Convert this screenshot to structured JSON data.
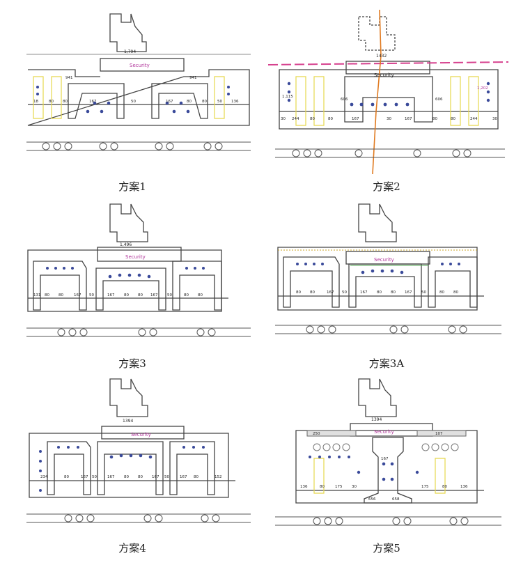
{
  "panels": [
    {
      "caption": "方案1",
      "dim": "1,794",
      "sec": "Security",
      "nums": [
        "18",
        "80",
        "80",
        "167",
        "50",
        "167",
        "80",
        "80",
        "50",
        "136",
        "941",
        "941"
      ]
    },
    {
      "caption": "方案2",
      "dim": "1432",
      "sec": "Security",
      "nums": [
        "30",
        "244",
        "80",
        "80",
        "167",
        "30",
        "167",
        "80",
        "80",
        "244",
        "30",
        "606",
        "606",
        "1,115",
        "1,202"
      ]
    },
    {
      "caption": "方案3",
      "dim": "1,496",
      "sec": "Security",
      "nums": [
        "131",
        "80",
        "80",
        "167",
        "50",
        "167",
        "80",
        "80",
        "167",
        "50",
        "80",
        "80"
      ]
    },
    {
      "caption": "方案3A",
      "dim": "",
      "sec": "Security",
      "nums": [
        "80",
        "80",
        "167",
        "50",
        "167",
        "80",
        "80",
        "167",
        "50",
        "80",
        "80"
      ]
    },
    {
      "caption": "方案4",
      "dim": "1394",
      "sec": "Security",
      "nums": [
        "234",
        "80",
        "167",
        "50",
        "167",
        "80",
        "80",
        "167",
        "50",
        "167",
        "80",
        "152"
      ]
    },
    {
      "caption": "方案5",
      "dim": "1394",
      "sec": "Security",
      "nums": [
        "136",
        "80",
        "175",
        "30",
        "656",
        "658",
        "175",
        "80",
        "136",
        "167",
        "250",
        "107"
      ]
    }
  ]
}
